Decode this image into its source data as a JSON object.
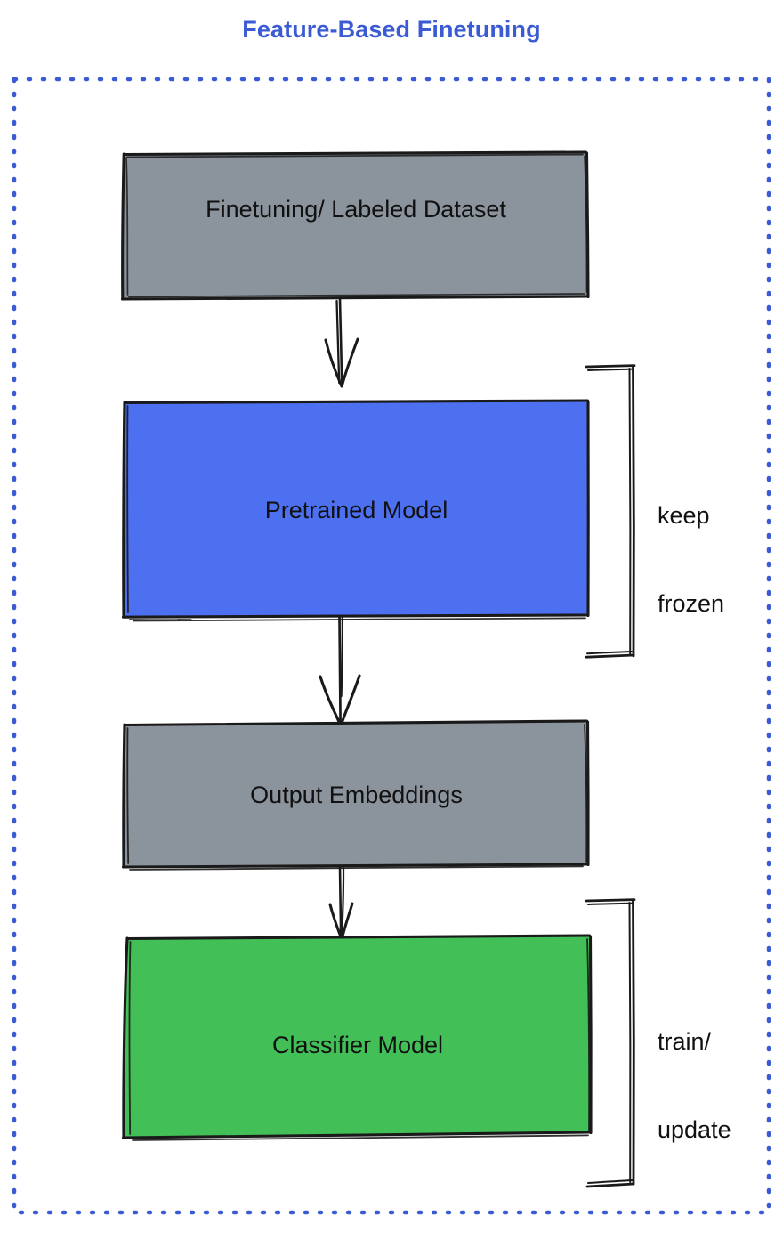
{
  "diagram": {
    "title": "Feature-Based Finetuning",
    "title_color": "#3b5bd4",
    "container": {
      "border_style": "dashed",
      "border_color": "#3b5bd4"
    },
    "nodes": [
      {
        "id": "dataset",
        "label": "Finetuning/ Labeled Dataset",
        "fill": "#8b939c",
        "stroke": "#1a1a1a"
      },
      {
        "id": "pretrained",
        "label": "Pretrained Model",
        "fill": "#4d70f0",
        "stroke": "#1a1a1a"
      },
      {
        "id": "embeddings",
        "label": "Output Embeddings",
        "fill": "#8b939c",
        "stroke": "#1a1a1a"
      },
      {
        "id": "classifier",
        "label": "Classifier Model",
        "fill": "#42bf56",
        "stroke": "#1a1a1a"
      }
    ],
    "edges": [
      {
        "from": "dataset",
        "to": "pretrained"
      },
      {
        "from": "pretrained",
        "to": "embeddings"
      },
      {
        "from": "embeddings",
        "to": "classifier"
      }
    ],
    "annotations": [
      {
        "id": "keep-frozen",
        "line1": "keep",
        "line2": "frozen",
        "targets": "pretrained"
      },
      {
        "id": "train-update",
        "line1": "train/",
        "line2": "update",
        "targets": "classifier"
      }
    ]
  }
}
